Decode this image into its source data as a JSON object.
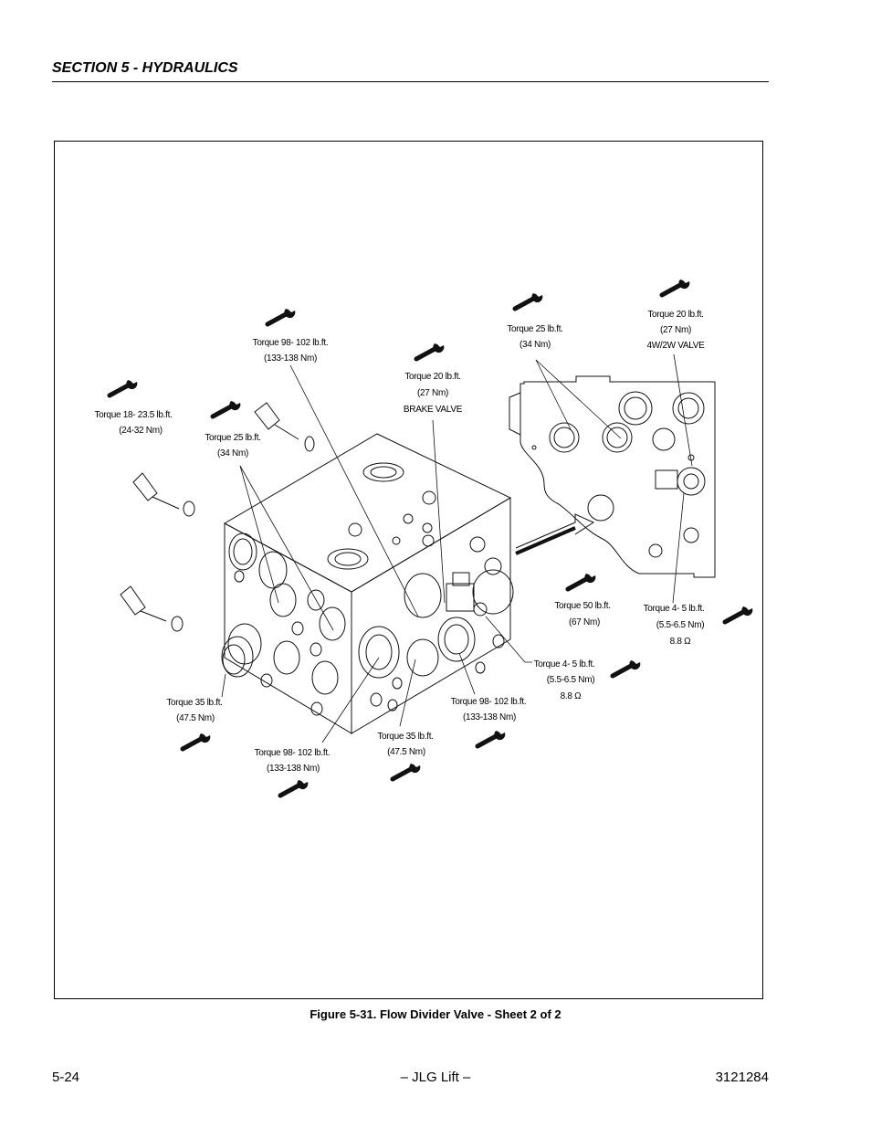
{
  "header": {
    "section": "SECTION 5 - HYDRAULICS"
  },
  "figure": {
    "caption": "Figure 5-31.  Flow Divider Valve - Sheet 2 of 2",
    "callouts": [
      {
        "id": "c1",
        "lines": [
          "Torque 18- 23.5 lb.ft.",
          "(24-32 Nm)"
        ]
      },
      {
        "id": "c2",
        "lines": [
          "Torque 25 lb.ft.",
          "(34 Nm)"
        ]
      },
      {
        "id": "c3",
        "lines": [
          "Torque 98- 102 lb.ft.",
          "(133-138 Nm)"
        ]
      },
      {
        "id": "c4",
        "lines": [
          "Torque 20 lb.ft.",
          "(27 Nm)",
          "BRAKE VALVE"
        ]
      },
      {
        "id": "c5",
        "lines": [
          "Torque 25 lb.ft.",
          "(34 Nm)"
        ]
      },
      {
        "id": "c6",
        "lines": [
          "Torque 20 lb.ft.",
          "(27 Nm)",
          "4W/2W VALVE"
        ]
      },
      {
        "id": "c7",
        "lines": [
          "Torque 50 lb.ft.",
          "(67 Nm)"
        ]
      },
      {
        "id": "c8",
        "lines": [
          "Torque 4- 5 lb.ft.",
          "(5.5-6.5 Nm)",
          "8.8 Ω"
        ]
      },
      {
        "id": "c9",
        "lines": [
          "Torque 4- 5 lb.ft.",
          "(5.5-6.5 Nm)",
          "8.8 Ω"
        ]
      },
      {
        "id": "c10",
        "lines": [
          "Torque 35 lb.ft.",
          "(47.5 Nm)"
        ]
      },
      {
        "id": "c11",
        "lines": [
          "Torque 98- 102 lb.ft.",
          "(133-138 Nm)"
        ]
      },
      {
        "id": "c12",
        "lines": [
          "Torque 35 lb.ft.",
          "(47.5 Nm)"
        ]
      },
      {
        "id": "c13",
        "lines": [
          "Torque 98- 102 lb.ft.",
          "(133-138 Nm)"
        ]
      }
    ]
  },
  "footer": {
    "page": "5-24",
    "center": "– JLG Lift –",
    "doc_number": "3121284"
  }
}
